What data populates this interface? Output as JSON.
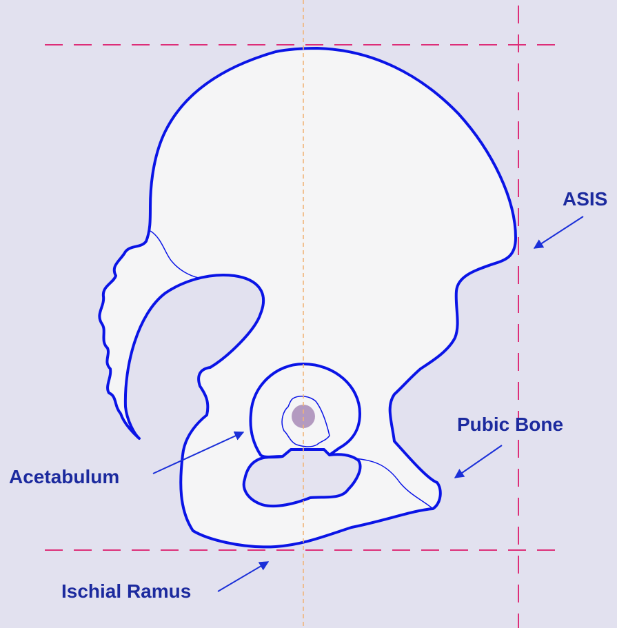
{
  "labels": {
    "asis": "ASIS",
    "pubic_bone": "Pubic Bone",
    "acetabulum": "Acetabulum",
    "ischial_ramus": "Ischial Ramus"
  },
  "colors": {
    "background": "#e2e1ef",
    "bone_fill": "#f5f5f6",
    "bone_outline": "#0a14e6",
    "label_text": "#1c2a9e",
    "arrow": "#1a2fd8",
    "reference_line_pink": "#dd2e78",
    "reference_line_orange": "#f0b478",
    "acetabulum_center": "#b39ac0",
    "obturator_fill": "#e4e3f0"
  }
}
